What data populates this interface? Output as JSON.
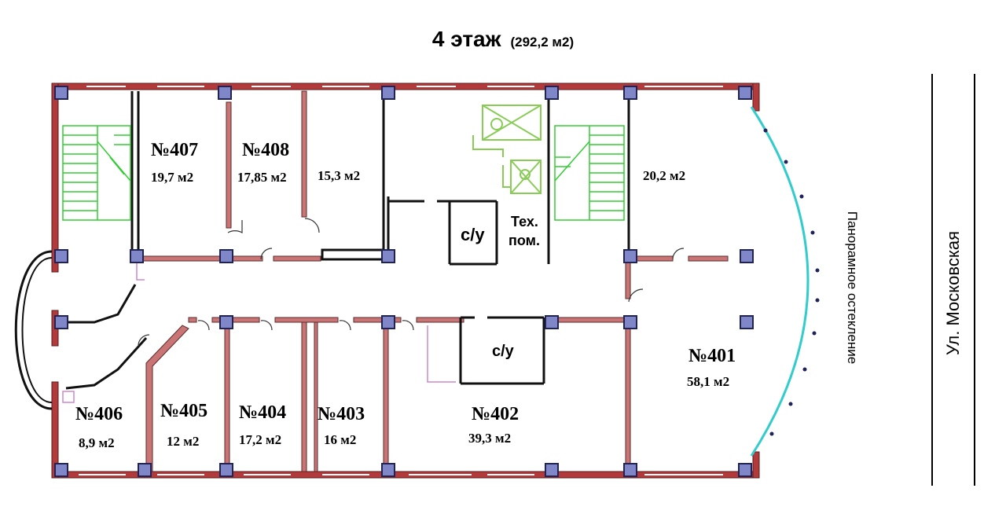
{
  "title": {
    "floor": "4 этаж",
    "total_area": "(292,2 м2)"
  },
  "rooms": [
    {
      "number": "№407",
      "area": "19,7 м2"
    },
    {
      "number": "№408",
      "area": "17,85 м2"
    },
    {
      "number": "",
      "area": "15,3 м2"
    },
    {
      "number": "",
      "area": "20,2 м2"
    },
    {
      "number": "№401",
      "area": "58,1 м2"
    },
    {
      "number": "№402",
      "area": "39,3 м2"
    },
    {
      "number": "№403",
      "area": "16 м2"
    },
    {
      "number": "№404",
      "area": "17,2 м2"
    },
    {
      "number": "№405",
      "area": "12 м2"
    },
    {
      "number": "№406",
      "area": "8,9 м2"
    }
  ],
  "service_rooms": [
    {
      "label": "с/у"
    },
    {
      "label": "Тех."
    },
    {
      "label": "пом."
    },
    {
      "label": "с/у"
    }
  ],
  "side_labels": {
    "glazing": "Панорамное остекление",
    "street": "Ул. Московская"
  },
  "colors": {
    "outer_wall": "#b33a3a",
    "inner_wall": "#c97575",
    "column": "#7f87c9",
    "stairs": "#33cc33",
    "glazing": "#33cccc",
    "elevator": "#88cc55"
  }
}
